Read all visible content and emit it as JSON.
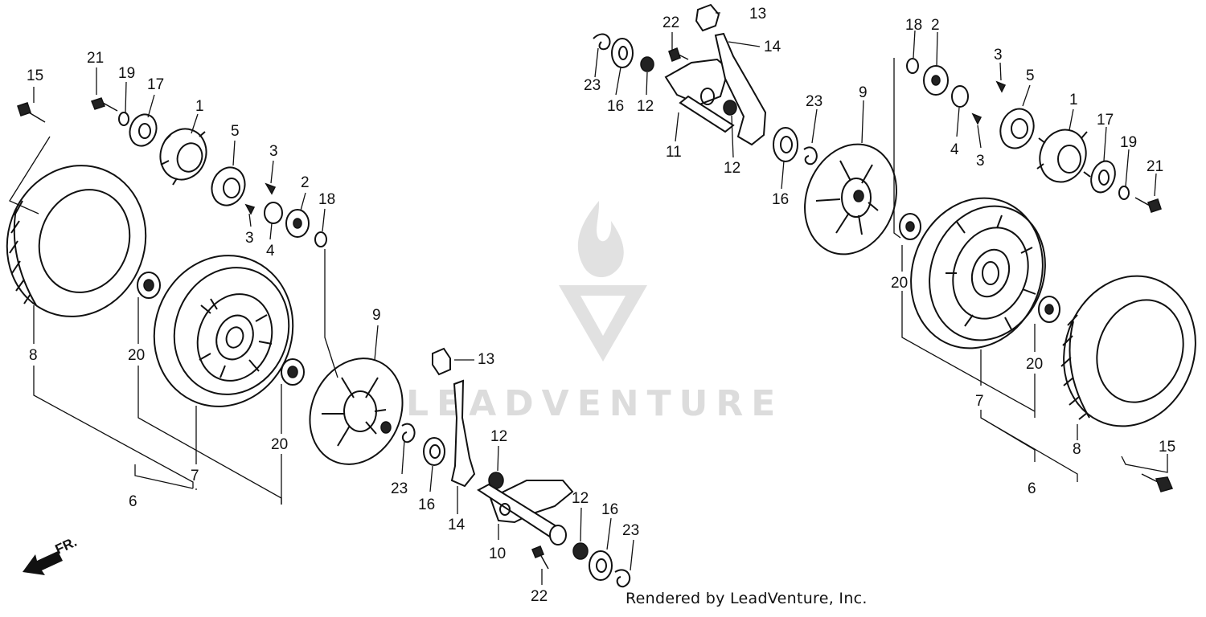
{
  "watermark": {
    "brand": "LEADVENTURE"
  },
  "credit": "Rendered by LeadVenture, Inc.",
  "direction": {
    "label": "FR."
  },
  "callouts": {
    "left": {
      "n15": "15",
      "n21": "21",
      "n19": "19",
      "n17": "17",
      "n1": "1",
      "n5": "5",
      "n3a": "3",
      "n3b": "3",
      "n2": "2",
      "n18": "18",
      "n4": "4",
      "n20a": "20",
      "n20b": "20",
      "n8": "8",
      "n7": "7",
      "n6": "6",
      "n9": "9",
      "n13": "13",
      "n12a": "12",
      "n12b": "12",
      "n23a": "23",
      "n23b": "23",
      "n16a": "16",
      "n16b": "16",
      "n14": "14",
      "n10": "10",
      "n22": "22"
    },
    "right": {
      "n22": "22",
      "n13": "13",
      "n14": "14",
      "n23a": "23",
      "n16a": "16",
      "n12a": "12",
      "n11": "11",
      "n12b": "12",
      "n23b": "23",
      "n16b": "16",
      "n9": "9",
      "n18": "18",
      "n2": "2",
      "n3a": "3",
      "n5": "5",
      "n4": "4",
      "n3b": "3",
      "n1": "1",
      "n17": "17",
      "n19": "19",
      "n21": "21",
      "n20a": "20",
      "n20b": "20",
      "n7": "7",
      "n8": "8",
      "n6": "6",
      "n15": "15"
    }
  }
}
